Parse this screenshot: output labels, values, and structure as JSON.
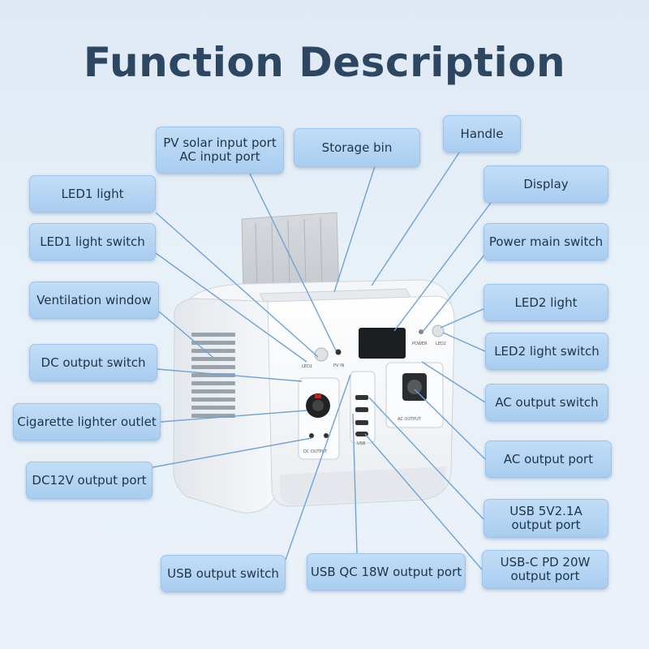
{
  "title": "Function Description",
  "labels": {
    "pv_input": "PV solar input port\nAC input port",
    "storage_bin": "Storage bin",
    "handle": "Handle",
    "led1_light": "LED1 light",
    "display": "Display",
    "led1_switch": "LED1 light switch",
    "power_main_switch": "Power main switch",
    "ventilation": "Ventilation window",
    "led2_light": "LED2 light",
    "dc_output_switch": "DC output switch",
    "led2_switch": "LED2 light switch",
    "ac_output_switch": "AC output switch",
    "cigarette_outlet": "Cigarette lighter outlet",
    "ac_output_port": "AC output port",
    "dc12v_port": "DC12V output port",
    "usb_5v_port": "USB 5V2.1A\noutput port",
    "usb_c_port": "USB-C PD 20W\noutput port",
    "usb_output_switch": "USB output switch",
    "usb_qc_port": "USB QC 18W output port"
  },
  "device_text": {
    "dc_panel": "DC OUTPUT",
    "ac_panel": "AC OUTPUT",
    "usb_panel": "USB",
    "led1_small": "LED1",
    "pv_small": "PV IN",
    "power_small": "POWER",
    "led2_small": "LED2"
  },
  "colors": {
    "title": "#2d4763",
    "label_fill": "#b3d3f2",
    "leader_line": "#6fa3d8"
  }
}
